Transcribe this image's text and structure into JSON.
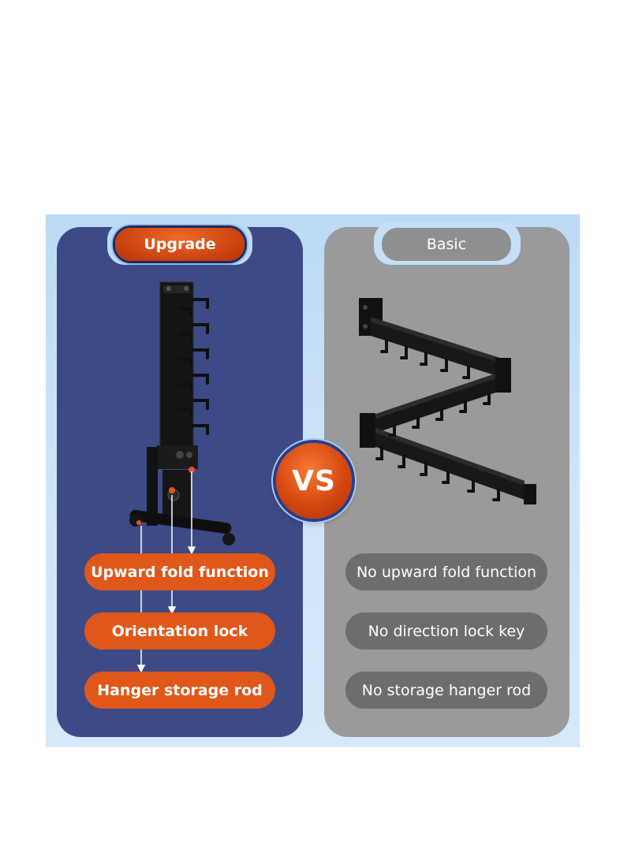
{
  "comparison": {
    "left": {
      "tab_label": "Upgrade",
      "features": [
        "Upward fold function",
        "Orientation lock",
        "Hanger storage rod"
      ]
    },
    "right": {
      "tab_label": "Basic",
      "features": [
        "No upward fold function",
        "No direction lock key",
        "No storage hanger rod"
      ]
    },
    "vs_label": "VS"
  },
  "colors": {
    "left_panel": "#3c4b86",
    "right_panel": "#9a9a9a",
    "accent_orange": "#e0571a",
    "gray_pill": "#6d6d6d"
  }
}
